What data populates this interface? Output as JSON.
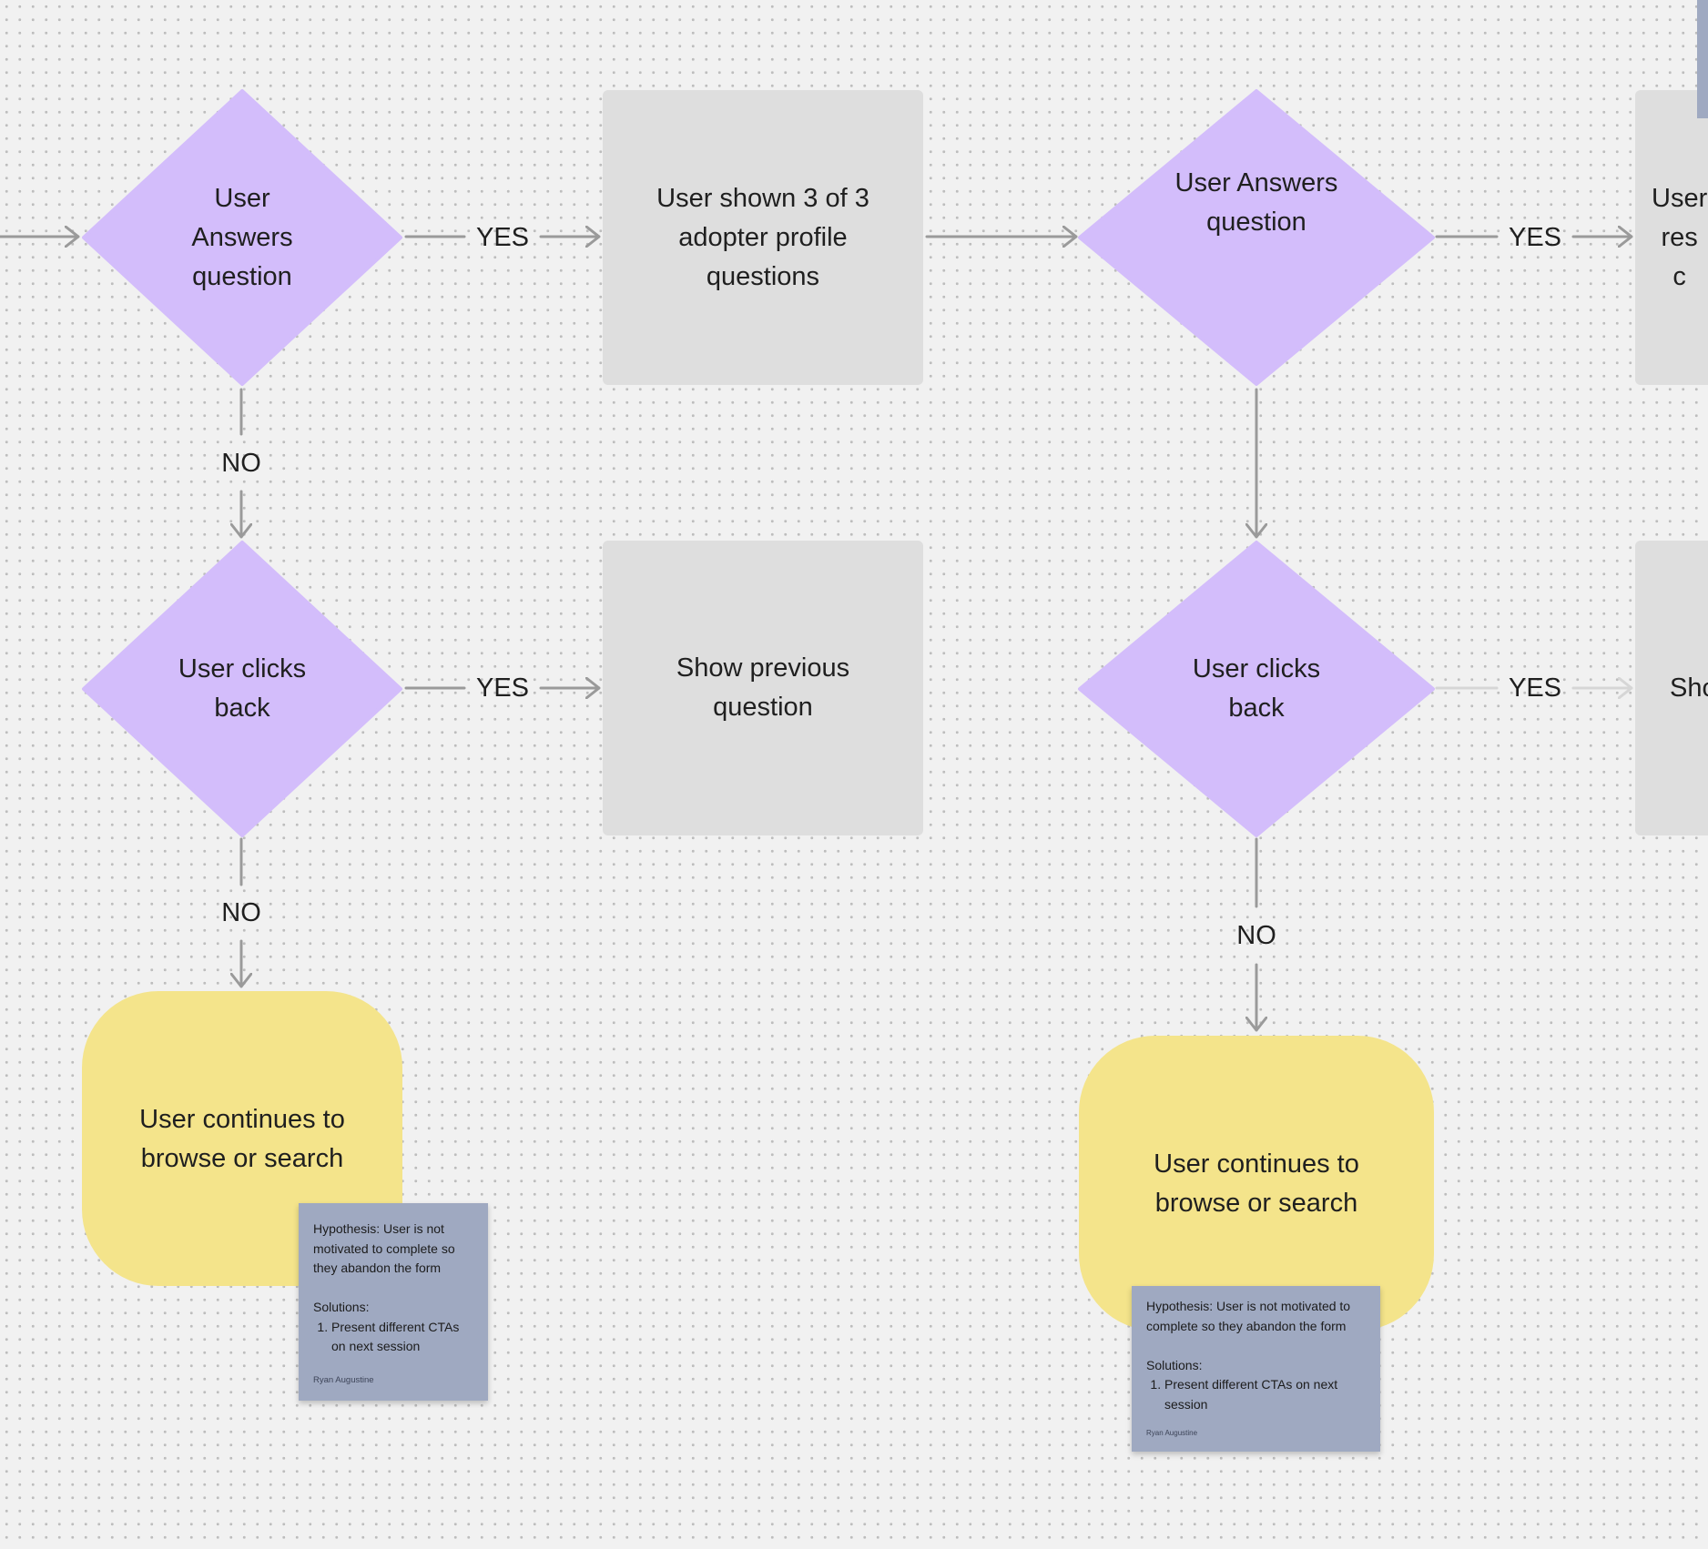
{
  "colors": {
    "decision": "#d3bdfb",
    "process": "#dedede",
    "terminal": "#f4e48b",
    "sticky": "#9fa9c1",
    "connector": "#9a9a9a",
    "connector_faint": "#d6d6d6",
    "canvas": "#f1f1f1"
  },
  "nodes": {
    "decision_answer_1": "User\nAnswers\nquestion",
    "process_shown_3of3": "User shown 3 of 3\nadopter profile\nquestions",
    "decision_answer_2": "User Answers\nquestion",
    "process_partial_right": "User\nres\nc",
    "decision_back_1": "User clicks\nback",
    "process_show_prev": "Show previous\nquestion",
    "decision_back_2": "User clicks\nback",
    "process_partial_right_2": "Sho",
    "terminal_continue_1": "User continues to\nbrowse or search",
    "terminal_continue_2": "User continues to\nbrowse or search"
  },
  "edge_labels": {
    "yes_1": "YES",
    "yes_2": "YES",
    "yes_3": "YES",
    "yes_4": "YES",
    "no_1": "NO",
    "no_2": "NO",
    "no_3": "NO"
  },
  "stickies": [
    {
      "hypothesis": "Hypothesis: User is not motivated to complete so they abandon the form",
      "solutions_label": "Solutions:",
      "solutions": [
        "Present different CTAs on next session"
      ],
      "author": "Ryan Augustine"
    },
    {
      "hypothesis": "Hypothesis: User is not motivated to complete so they abandon the form",
      "solutions_label": "Solutions:",
      "solutions": [
        "Present different CTAs on next session"
      ],
      "author": "Ryan Augustine"
    }
  ]
}
